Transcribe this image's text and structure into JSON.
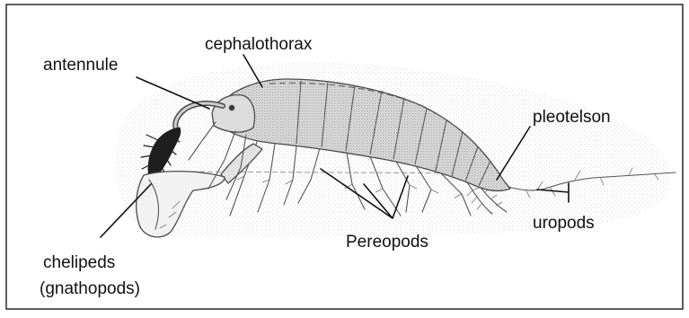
{
  "labels": {
    "antennule": "antennule",
    "cephalothorax": "cephalothorax",
    "pleotelson": "pleotelson",
    "uropods": "uropods",
    "pereopods": "Pereopods",
    "chelipeds_line1": "chelipeds",
    "chelipeds_line2": "(gnathopods)"
  }
}
